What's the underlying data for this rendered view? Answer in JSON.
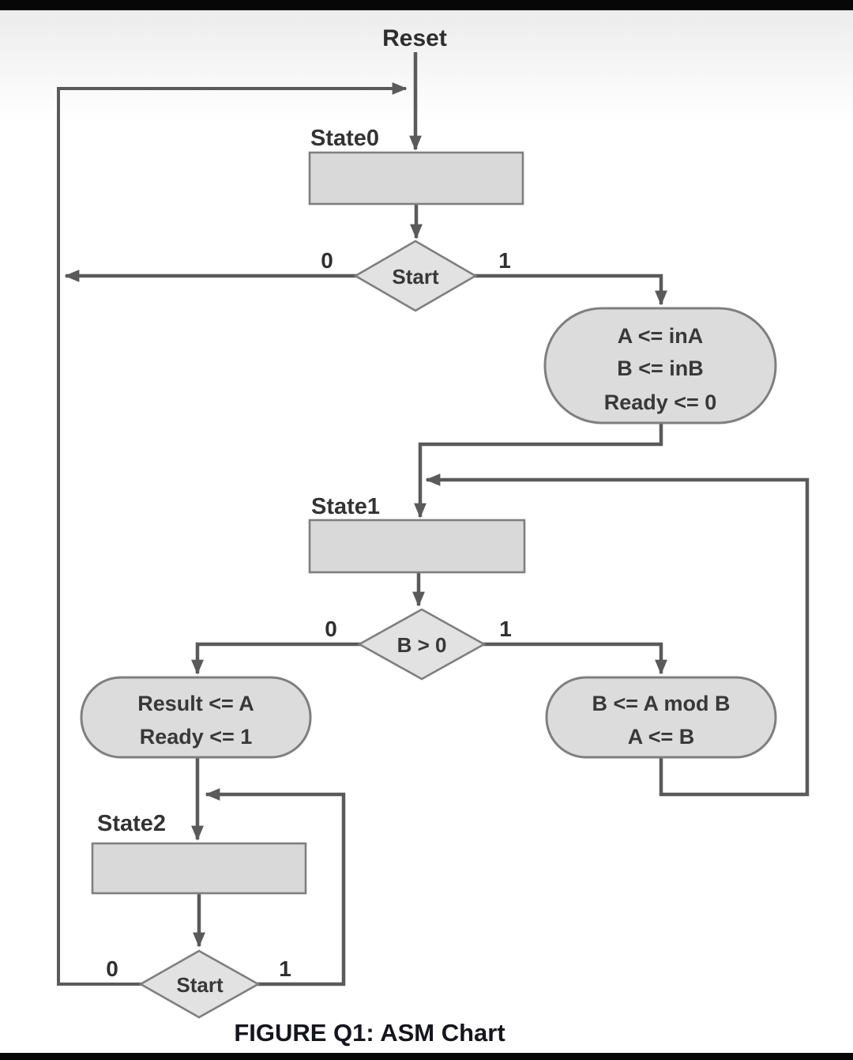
{
  "figure": {
    "reset_label": "Reset",
    "caption": "FIGURE Q1: ASM Chart"
  },
  "colors": {
    "background": "#ffffff",
    "frame_bar": "#070707",
    "shape_fill": "#d9d9d9",
    "diamond_fill": "#e2e2e2",
    "stadium_fill": "#dcdcdc",
    "shape_stroke": "#7f7f7f",
    "connector": "#5a5a5a",
    "text": "#383838",
    "caption": "#15151d"
  },
  "states": [
    {
      "label": "State0"
    },
    {
      "label": "State1"
    },
    {
      "label": "State2"
    }
  ],
  "decisions": [
    {
      "condition": "Start",
      "branch_false": "0",
      "branch_true": "1"
    },
    {
      "condition": "B > 0",
      "branch_false": "0",
      "branch_true": "1"
    },
    {
      "condition": "Start",
      "branch_false": "0",
      "branch_true": "1"
    }
  ],
  "actions": {
    "load": {
      "line1": "A <= inA",
      "line2": "B <= inB",
      "line3": "Ready <= 0"
    },
    "result": {
      "line1": "Result <= A",
      "line2": "Ready <= 1"
    },
    "modulo": {
      "line1": "B <= A mod B",
      "line2": "A <= B"
    }
  }
}
